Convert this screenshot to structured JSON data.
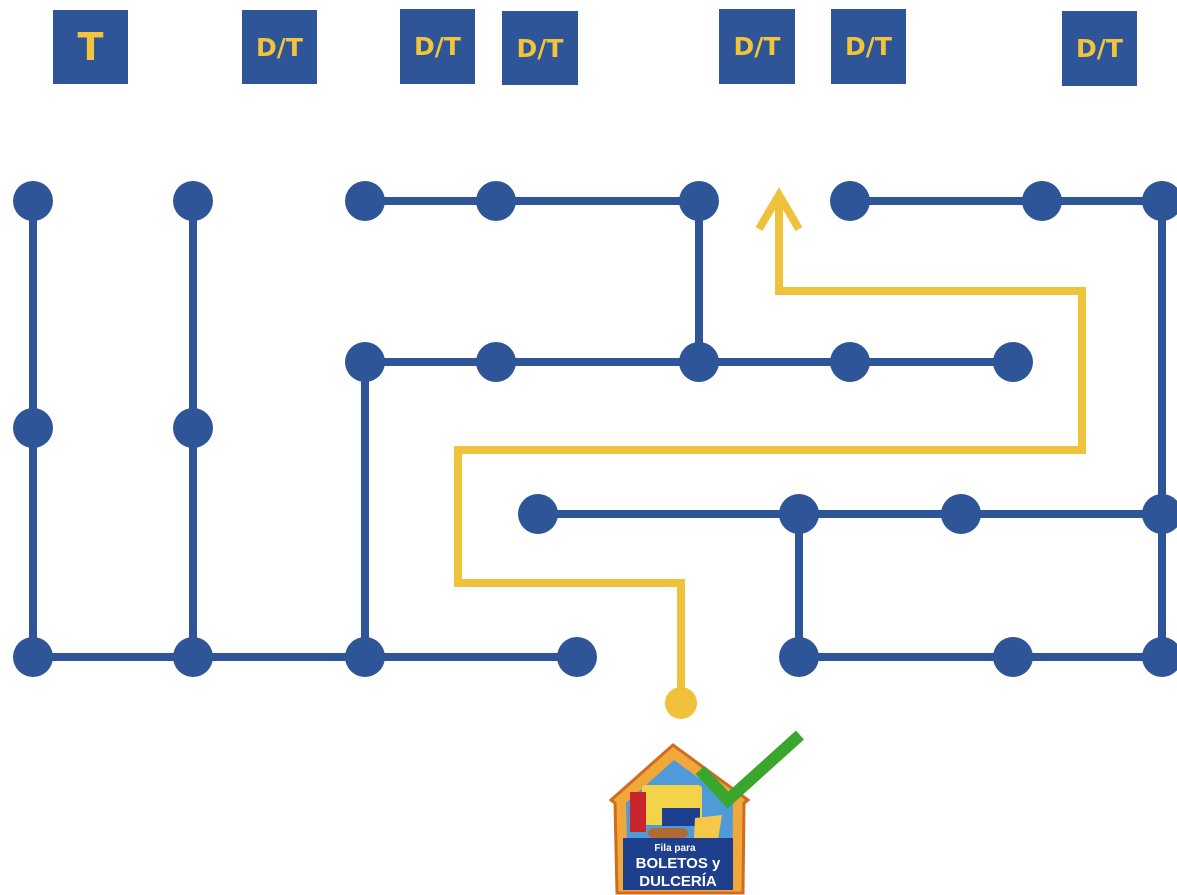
{
  "counters": [
    {
      "label": "T",
      "kind": "t"
    },
    {
      "label": "D/T",
      "kind": "dt"
    },
    {
      "label": "D/T",
      "kind": "dt"
    },
    {
      "label": "D/T",
      "kind": "dt"
    },
    {
      "label": "D/T",
      "kind": "dt"
    },
    {
      "label": "D/T",
      "kind": "dt"
    },
    {
      "label": "D/T",
      "kind": "dt"
    }
  ],
  "colors": {
    "queue_blue": "#2e5597",
    "path_yellow": "#f0c23b",
    "counter_text": "#f3c33c",
    "check_green": "#3aa62d"
  },
  "booth_sign": {
    "line1": "Fila para",
    "line2": "BOLETOS y",
    "line3": "DULCERÍA"
  }
}
